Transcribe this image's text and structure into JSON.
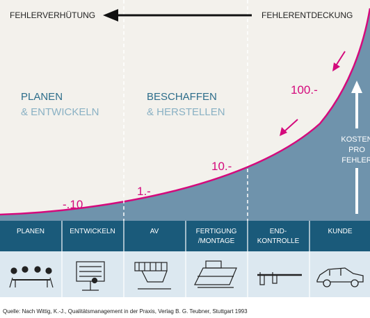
{
  "header": {
    "left_label": "FEHLERVERHÜTUNG",
    "right_label": "FEHLERENTDECKUNG"
  },
  "phases": [
    {
      "line1": "PLANEN",
      "line2": "& ENTWICKELN"
    },
    {
      "line1": "BESCHAFFEN",
      "line2": "& HERSTELLEN"
    }
  ],
  "cost_values": [
    "-.10",
    "1.-",
    "10.-",
    "100.-"
  ],
  "axis_label": [
    "KOSTEN",
    "PRO",
    "FEHLER"
  ],
  "stages": [
    {
      "line1": "PLANEN",
      "line2": ""
    },
    {
      "line1": "ENTWICKELN",
      "line2": ""
    },
    {
      "line1": "AV",
      "line2": ""
    },
    {
      "line1": "FERTIGUNG",
      "line2": "/MONTAGE"
    },
    {
      "line1": "END-",
      "line2": "KONTROLLE"
    },
    {
      "line1": "KUNDE",
      "line2": ""
    }
  ],
  "stage_icons": [
    "meeting-table-icon",
    "drafting-board-icon",
    "machine-tool-icon",
    "assembly-machine-icon",
    "caliper-icon",
    "car-icon"
  ],
  "source": "Quelle: Nach Wittig, K.-J., Qualitätsmanagement in der Praxis, Verlag B. G. Teubner, Stuttgart 1993",
  "colors": {
    "curve": "#d40a7c",
    "fill": "#6f93ac",
    "band": "#1a5a7a",
    "phase": "#2c6d8a",
    "phase_light": "#8ab1c4",
    "bg": "#f3f1ec",
    "icon_bg": "#dce8f0"
  }
}
